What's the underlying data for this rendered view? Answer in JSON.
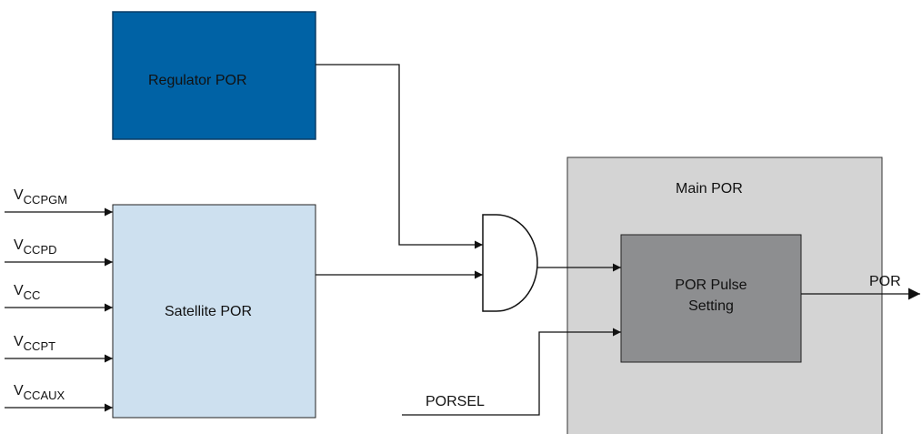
{
  "blocks": {
    "regulator_por": "Regulator POR",
    "satellite_por": "Satellite POR",
    "main_por": "Main POR",
    "por_pulse_setting_line1": "POR Pulse",
    "por_pulse_setting_line2": "Setting"
  },
  "inputs": [
    {
      "base": "V",
      "sub": "CCPGM"
    },
    {
      "base": "V",
      "sub": "CCPD"
    },
    {
      "base": "V",
      "sub": "CC"
    },
    {
      "base": "V",
      "sub": "CCPT"
    },
    {
      "base": "V",
      "sub": "CCAUX"
    }
  ],
  "signals": {
    "porsel": "PORSEL",
    "por_out": "POR"
  },
  "colors": {
    "regulator_fill": "#0062a5",
    "regulator_border": "#0a3d66",
    "satellite_fill": "#cde0ef",
    "main_fill": "#d4d4d4",
    "pulse_fill": "#8d8e90",
    "line": "#111111"
  }
}
